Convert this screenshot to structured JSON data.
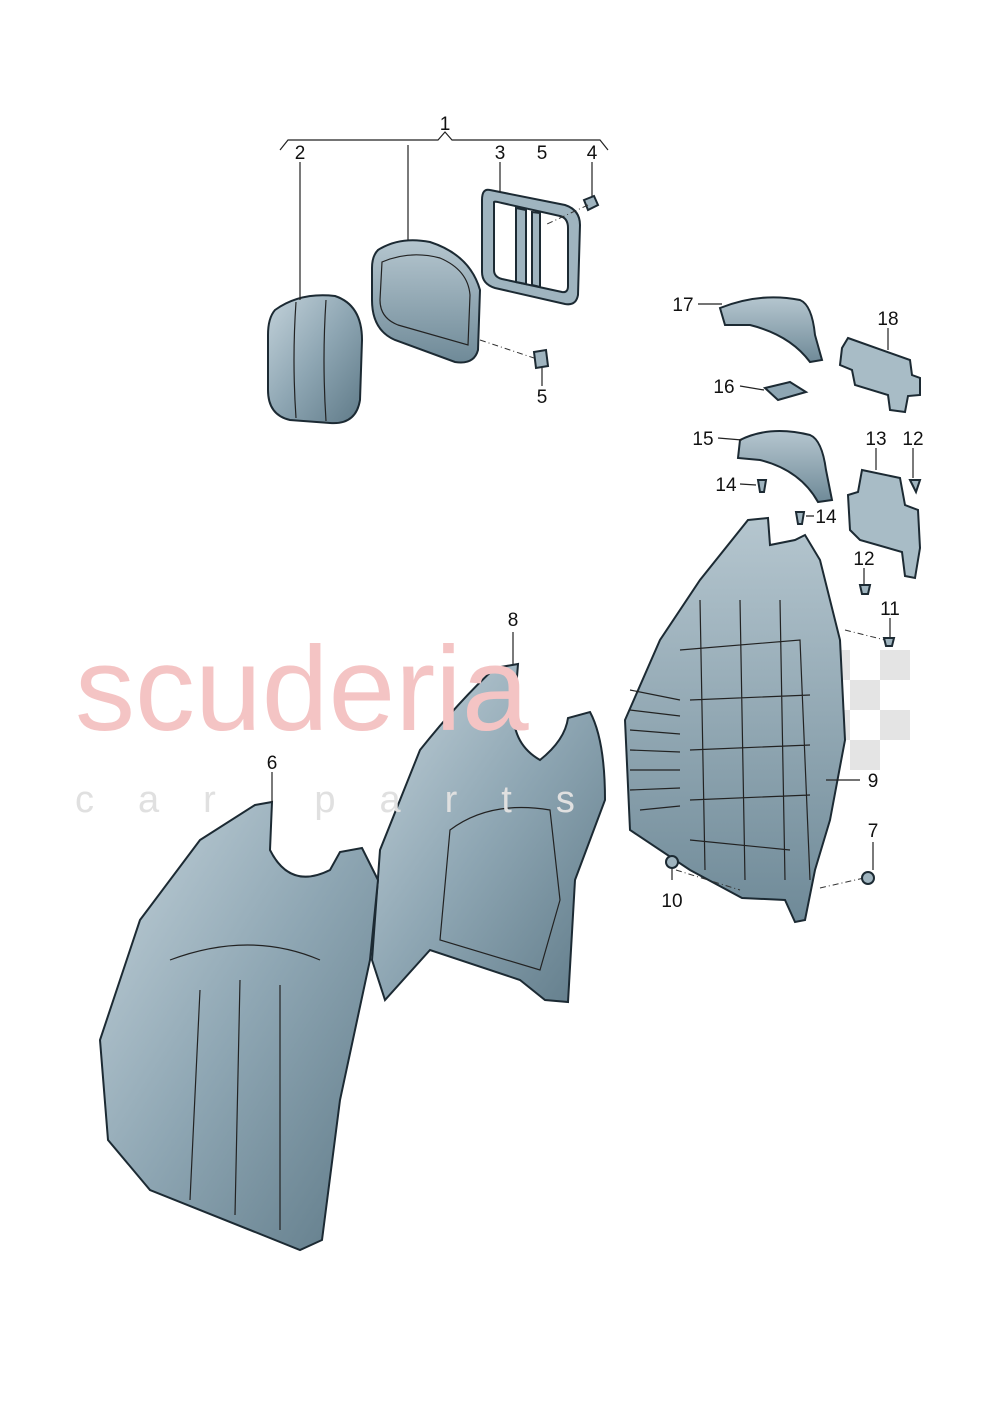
{
  "watermark": {
    "line1": "scuderia",
    "line2": "car parts",
    "color": "#f2b8b8"
  },
  "colors": {
    "part_fill": "#8ea6b3",
    "part_dark": "#5f7a88",
    "outline": "#1c2a33"
  },
  "labels": {
    "l1": "1",
    "l2": "2",
    "l3": "3",
    "l4": "4",
    "l5a": "5",
    "l5b": "5",
    "l6": "6",
    "l7": "7",
    "l8": "8",
    "l9": "9",
    "l10": "10",
    "l11": "11",
    "l12a": "12",
    "l12b": "12",
    "l13": "13",
    "l14a": "14",
    "l14b": "14",
    "l15": "15",
    "l16": "16",
    "l17": "17",
    "l18": "18"
  }
}
